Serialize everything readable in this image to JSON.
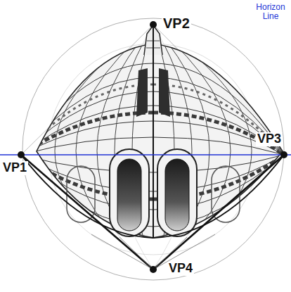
{
  "diagram": {
    "labels": [
      "VP2",
      "Horizon Line",
      "VP1",
      "VP3",
      "VP4"
    ]
  }
}
